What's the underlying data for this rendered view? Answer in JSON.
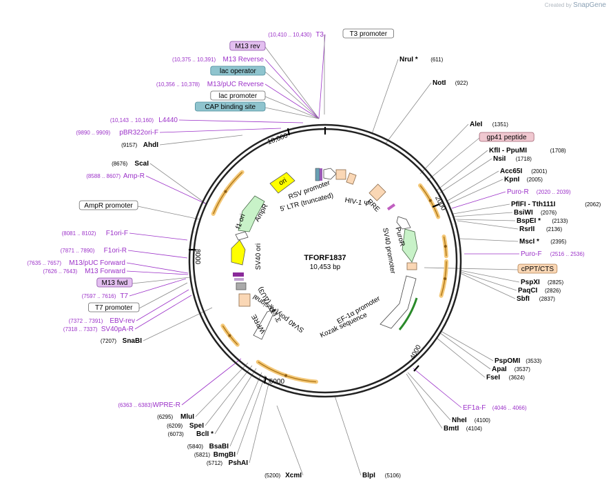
{
  "watermark": {
    "prefix": "Created by",
    "brand": "SnapGene"
  },
  "plasmid": {
    "name": "TFORF1837",
    "size_label": "10,453 bp",
    "length": 10453
  },
  "tick_labels": [
    "2000",
    "4000",
    "6000",
    "8000",
    "10,000"
  ],
  "features": [
    {
      "name": "AmpR",
      "type": "cds",
      "color": "#c8f2c8",
      "inner_label": "AmpR"
    },
    {
      "name": "ori",
      "type": "origin",
      "color": "#ffff00",
      "inner_label": "ori"
    },
    {
      "name": "f1 ori",
      "type": "origin",
      "color": "#ffff00",
      "inner_label": "f1 ori"
    },
    {
      "name": "SV40 ori",
      "type": "origin",
      "color": "#ffff00",
      "inner_label": "SV40 ori"
    },
    {
      "name": "RSV promoter",
      "type": "promoter",
      "color": "#ffffff",
      "inner_label": "RSV promoter"
    },
    {
      "name": "5' LTR (truncated)",
      "type": "ltr",
      "color": "#fad7b5",
      "inner_label": "5' LTR (truncated)"
    },
    {
      "name": "HIV-1 Ψ",
      "type": "misc",
      "color": "#fad7b5",
      "inner_label": "HIV-1 Ψ"
    },
    {
      "name": "RRE",
      "type": "misc",
      "color": "#fad7b5",
      "inner_label": "RRE"
    },
    {
      "name": "SV40 promoter",
      "type": "promoter",
      "color": "#ffffff",
      "inner_label": "SV40 promoter"
    },
    {
      "name": "PuroR",
      "type": "cds",
      "color": "#c8f2c8",
      "inner_label": "PuroR"
    },
    {
      "name": "EF-1α promoter",
      "type": "promoter",
      "color": "#ffffff",
      "inner_label": "EF-1α promoter"
    },
    {
      "name": "Kozak sequence",
      "type": "misc",
      "color": "#ffffff",
      "inner_label": "Kozak sequence"
    },
    {
      "name": "WPRE",
      "type": "misc",
      "color": "#ffffff",
      "inner_label": "WPRE"
    },
    {
      "name": "3' LTR (ΔU3)",
      "type": "ltr",
      "color": "#fad7b5",
      "inner_label": "3' LTR (ΔU3)"
    },
    {
      "name": "SV40 poly(A) signal",
      "type": "polyA",
      "color": "#cccccc",
      "inner_label": "SV40 poly(A) signal"
    }
  ],
  "left_labels": [
    {
      "kind": "primer",
      "pos": "(10,410 .. 10,430)",
      "name": "T3"
    },
    {
      "kind": "boxed",
      "name": "M13 rev",
      "fill": "#e3bff0",
      "stroke": "#8a4fa8"
    },
    {
      "kind": "primer",
      "pos": "(10,375 .. 10,391)",
      "name": "M13 Reverse"
    },
    {
      "kind": "boxed",
      "name": "lac operator",
      "fill": "#8fc4ce",
      "stroke": "#4a8a99"
    },
    {
      "kind": "primer",
      "pos": "(10,356 .. 10,378)",
      "name": "M13/pUC Reverse"
    },
    {
      "kind": "boxed",
      "name": "lac promoter",
      "fill": "#ffffff",
      "stroke": "#666666"
    },
    {
      "kind": "boxed",
      "name": "CAP binding site",
      "fill": "#8fc4ce",
      "stroke": "#4a8a99"
    },
    {
      "kind": "primer",
      "pos": "(10,143 .. 10,160)",
      "name": "L4440"
    },
    {
      "kind": "primer",
      "pos": "(9890 .. 9909)",
      "name": "pBR322ori-F"
    },
    {
      "kind": "enzyme",
      "pos": "(9157)",
      "name": "AhdI"
    },
    {
      "kind": "enzyme",
      "pos": "(8676)",
      "name": "ScaI"
    },
    {
      "kind": "primer",
      "pos": "(8588 .. 8607)",
      "name": "Amp-R"
    },
    {
      "kind": "boxed",
      "name": "AmpR promoter",
      "fill": "#ffffff",
      "stroke": "#666666"
    },
    {
      "kind": "primer",
      "pos": "(8081 .. 8102)",
      "name": "F1ori-F"
    },
    {
      "kind": "primer",
      "pos": "(7871 .. 7890)",
      "name": "F1ori-R"
    },
    {
      "kind": "primer",
      "pos": "(7635 .. 7657)",
      "name": "M13/pUC Forward"
    },
    {
      "kind": "primer",
      "pos": "(7626 .. 7643)",
      "name": "M13 Forward"
    },
    {
      "kind": "boxed",
      "name": "M13 fwd",
      "fill": "#e3bff0",
      "stroke": "#8a4fa8"
    },
    {
      "kind": "primer",
      "pos": "(7597 .. 7616)",
      "name": "T7"
    },
    {
      "kind": "boxed",
      "name": "T7 promoter",
      "fill": "#ffffff",
      "stroke": "#666666"
    },
    {
      "kind": "primer",
      "pos": "(7372 .. 7391)",
      "name": "EBV-rev"
    },
    {
      "kind": "primer",
      "pos": "(7318 .. 7337)",
      "name": "SV40pA-R"
    },
    {
      "kind": "enzyme",
      "pos": "(7207)",
      "name": "SnaBI"
    },
    {
      "kind": "primer",
      "pos": "(6363 .. 6383)",
      "name": "WPRE-R"
    },
    {
      "kind": "enzyme",
      "pos": "(6295)",
      "name": "MluI"
    },
    {
      "kind": "enzyme",
      "pos": "(6209)",
      "name": "SpeI"
    },
    {
      "kind": "enzyme",
      "pos": "(6073)",
      "name": "BclI *"
    },
    {
      "kind": "enzyme",
      "pos": "(5840)",
      "name": "BsaBI"
    },
    {
      "kind": "enzyme",
      "pos": "(5821)",
      "name": "BmgBI"
    },
    {
      "kind": "enzyme",
      "pos": "(5712)",
      "name": "PshAI"
    },
    {
      "kind": "enzyme",
      "pos": "(5200)",
      "name": "XcmI"
    }
  ],
  "right_labels": [
    {
      "kind": "boxed",
      "name": "T3 promoter",
      "fill": "#ffffff",
      "stroke": "#666666"
    },
    {
      "kind": "enzyme",
      "name": "NruI *",
      "pos": "(611)"
    },
    {
      "kind": "enzyme",
      "name": "NotI",
      "pos": "(922)"
    },
    {
      "kind": "enzyme",
      "name": "AleI",
      "pos": "(1351)"
    },
    {
      "kind": "boxed",
      "name": "gp41 peptide",
      "fill": "#f0c8d0",
      "stroke": "#a06070"
    },
    {
      "kind": "enzyme",
      "name": "KflI  - PpuMI",
      "pos": "(1708)"
    },
    {
      "kind": "enzyme",
      "name": "NsiI",
      "pos": "(1718)"
    },
    {
      "kind": "enzyme",
      "name": "Acc65I",
      "pos": "(2001)"
    },
    {
      "kind": "enzyme",
      "name": "KpnI",
      "pos": "(2005)"
    },
    {
      "kind": "primer",
      "name": "Puro-R",
      "pos": "(2020 .. 2039)"
    },
    {
      "kind": "enzyme",
      "name": "PflFI  - Tth111I",
      "pos": "(2062)"
    },
    {
      "kind": "enzyme",
      "name": "BsiWI",
      "pos": "(2076)"
    },
    {
      "kind": "enzyme",
      "name": "BspEI *",
      "pos": "(2133)"
    },
    {
      "kind": "enzyme",
      "name": "RsrII",
      "pos": "(2136)"
    },
    {
      "kind": "enzyme",
      "name": "MscI *",
      "pos": "(2395)"
    },
    {
      "kind": "primer",
      "name": "Puro-F",
      "pos": "(2516 .. 2536)"
    },
    {
      "kind": "boxed",
      "name": "cPPT/CTS",
      "fill": "#fad7b5",
      "stroke": "#b08050"
    },
    {
      "kind": "enzyme",
      "name": "PspXI",
      "pos": "(2825)"
    },
    {
      "kind": "enzyme",
      "name": "PaqCI",
      "pos": "(2826)"
    },
    {
      "kind": "enzyme",
      "name": "SbfI",
      "pos": "(2837)"
    },
    {
      "kind": "enzyme",
      "name": "PspOMI",
      "pos": "(3533)"
    },
    {
      "kind": "enzyme",
      "name": "ApaI",
      "pos": "(3537)"
    },
    {
      "kind": "enzyme",
      "name": "FseI",
      "pos": "(3624)"
    },
    {
      "kind": "primer",
      "name": "EF1a-F",
      "pos": "(4046 .. 4066)"
    },
    {
      "kind": "enzyme",
      "name": "NheI",
      "pos": "(4100)"
    },
    {
      "kind": "enzyme",
      "name": "BmtI",
      "pos": "(4104)"
    },
    {
      "kind": "enzyme",
      "name": "BlpI",
      "pos": "(5106)"
    }
  ]
}
